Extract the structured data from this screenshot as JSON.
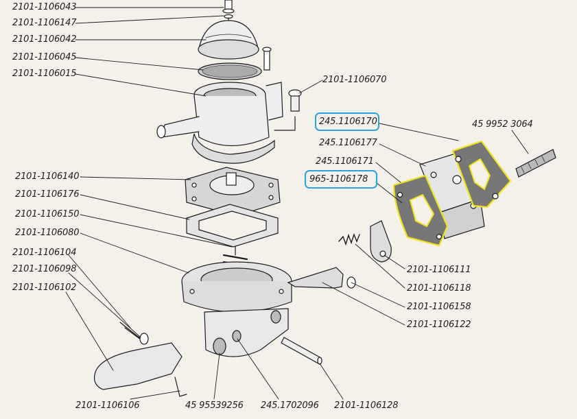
{
  "labels": {
    "l1": "2101-1106043",
    "l2": "2101-1106147",
    "l3": "2101-1106042",
    "l4": "2101-1106045",
    "l5": "2101-1106015",
    "l6": "2101-1106070",
    "l7": "245.1106170",
    "l8": "45 9952 3064",
    "l9": "245.1106177",
    "l10": "245.1106171",
    "l11": "965-1106178",
    "l12": "2101-1106140",
    "l13": "2101-1106176",
    "l14": "2101-1106150",
    "l15": "2101-1106080",
    "l16": "2101-1106104",
    "l17": "2101-1106098",
    "l18": "2101-1106102",
    "l19": "2101-1106111",
    "l20": "2101-1106118",
    "l21": "2101-1106158",
    "l22": "2101-1106122",
    "l23": "2101-1106106",
    "l24": "45 95539256",
    "l25": "245.1702096",
    "l26": "2101-1106128"
  },
  "highlight_colors": {
    "blue": "#2aa3d8",
    "yellow": "#f2e21c"
  }
}
